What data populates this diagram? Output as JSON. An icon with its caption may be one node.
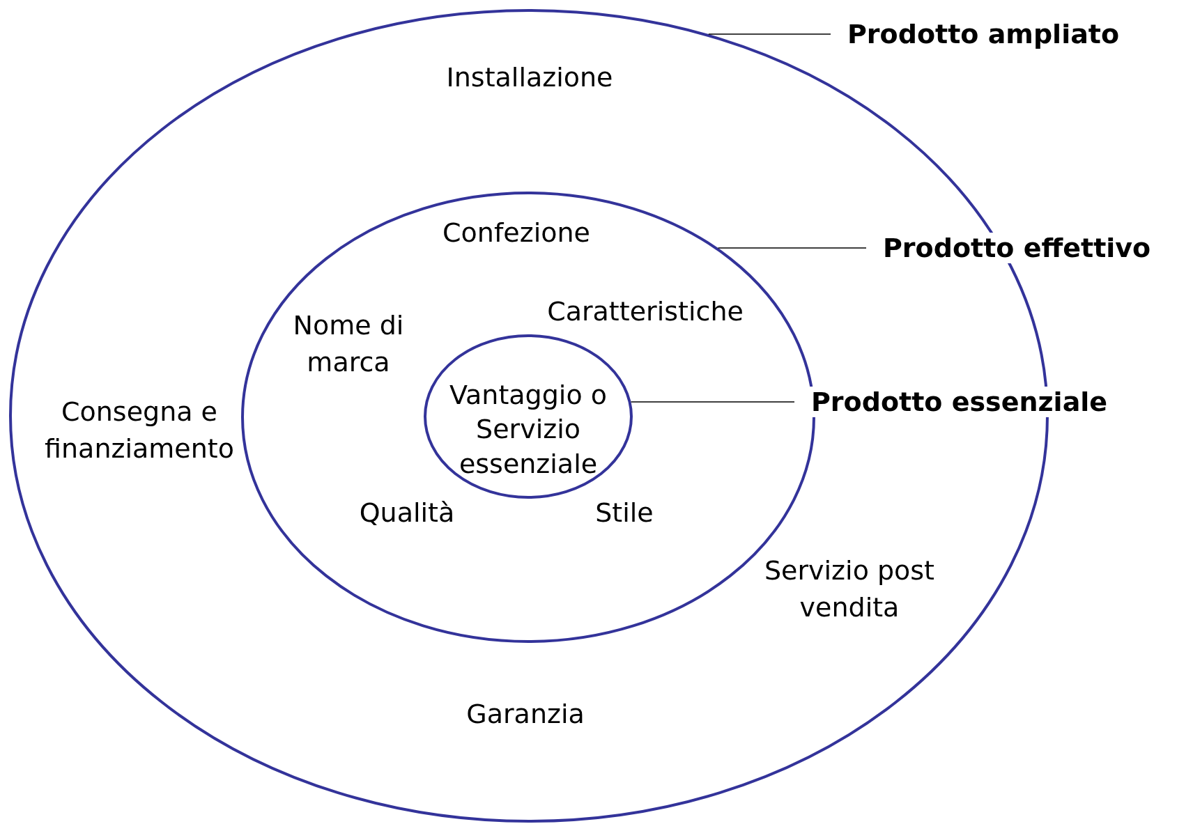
{
  "diagram": {
    "nodes": [
      {
        "text": [],
        "shape": "ellipse"
      },
      {
        "text": [],
        "shape": "ellipse",
        "in": 0
      },
      {
        "text": [
          "Vantaggio o Servizio essenziale"
        ],
        "in": 1
      },
      {
        "text": [
          "Prodotto ampliato"
        ]
      },
      {
        "text": [
          "Prodotto effettivo"
        ]
      },
      {
        "text": [
          "Prodotto essenziale"
        ]
      }
    ],
    "edges": [
      {
        "from": 3,
        "to": 0,
        "arrow": "none"
      },
      {
        "from": 4,
        "to": 1,
        "arrow": "none"
      },
      {
        "from": 5,
        "to": 2,
        "arrow": "none"
      }
    ],
    "labels": [
      "Installazione",
      "Confezione",
      "Nome di marca",
      "Caratteristiche",
      "Consegna e finanziamento",
      "Qualità",
      "Stile",
      "Servizio post vendita",
      "Garanzia"
    ]
  }
}
